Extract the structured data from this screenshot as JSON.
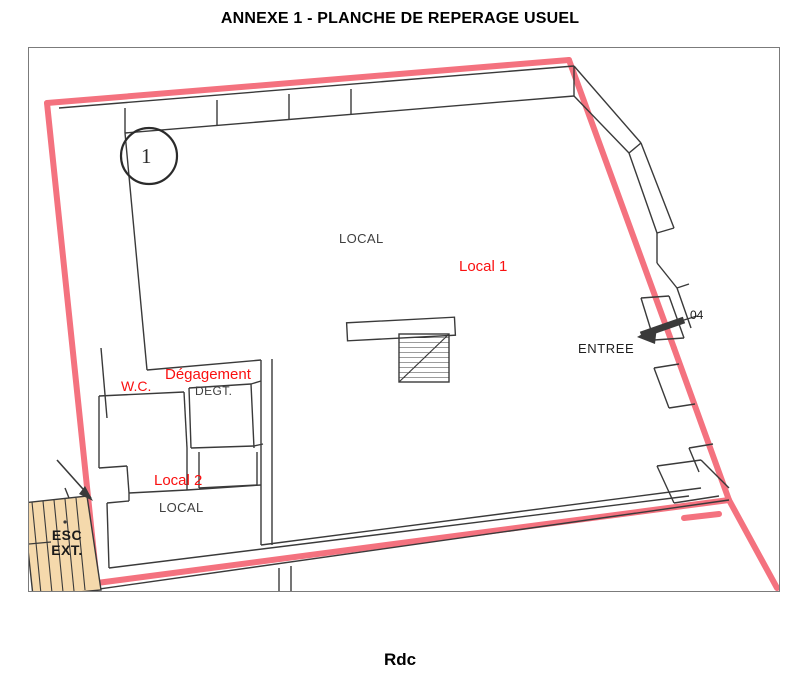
{
  "document": {
    "title": "ANNEXE 1 - PLANCHE DE REPERAGE USUEL",
    "sheet_label": "Rdc"
  },
  "colors": {
    "highlight_wall": "#f4727f",
    "annotation_red": "#fa1010",
    "plan_line": "#3a3a3a",
    "stair_fill": "#f5d9ac",
    "frame_border": "#7b7b7b"
  },
  "plan": {
    "zone_marker": {
      "name": "zone-marker-1",
      "value": "1"
    },
    "rooms": [
      {
        "id": "local-1",
        "annotation": "Local 1",
        "base_label": "LOCAL"
      },
      {
        "id": "local-2",
        "annotation": "Local 2",
        "base_label": "LOCAL"
      },
      {
        "id": "wc",
        "annotation": "W.C.",
        "base_label": ""
      },
      {
        "id": "degagement",
        "annotation": "Dégagement",
        "base_label": "DEGT."
      }
    ],
    "entrance": {
      "label": "ENTREE",
      "callout": "04",
      "arrow_icon": "arrow-left-icon"
    },
    "exterior_stair": {
      "label_line_1": "ESC",
      "label_line_2": "EXT.",
      "arrow_icon": "arrow-diagonal-icon"
    }
  }
}
